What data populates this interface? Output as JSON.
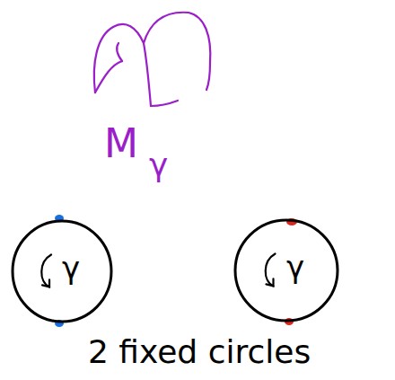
{
  "diagram": {
    "nodes": [
      {
        "text": [
          "γ"
        ]
      },
      {
        "text": [
          "γ"
        ]
      }
    ],
    "labels": [
      "M",
      "γ",
      "2 fixed circles"
    ]
  }
}
